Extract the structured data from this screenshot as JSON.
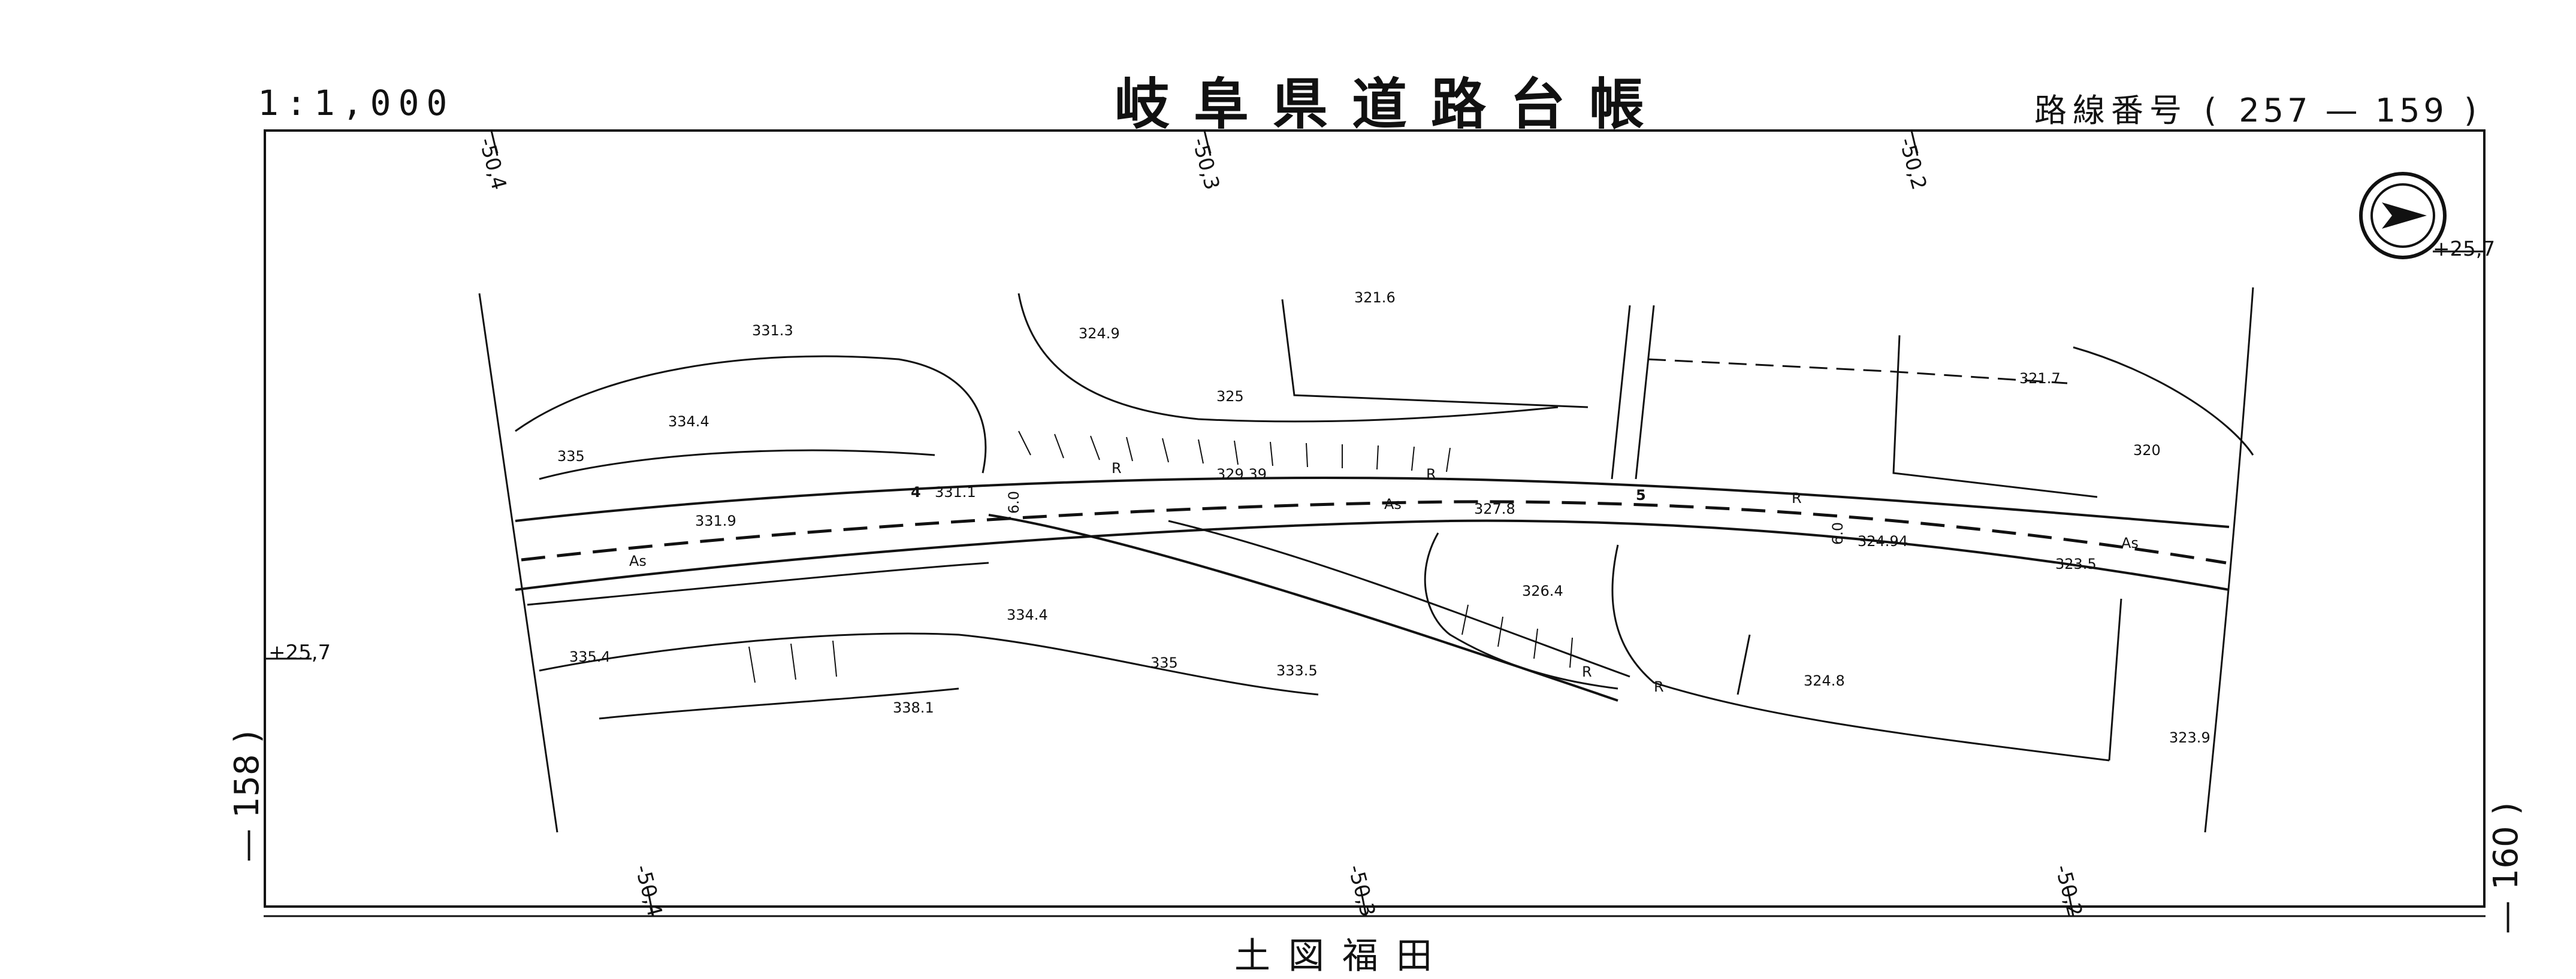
{
  "header": {
    "scale": "1:1,000",
    "title": "岐阜県道路台帳",
    "route_label": "路線番号",
    "route_open": "(",
    "route_number": "257 — 159",
    "route_close": ")"
  },
  "sides": {
    "left_sheet": "— 158 )",
    "right_sheet": "— 160 )"
  },
  "footer": {
    "caption": "土図福田"
  },
  "coords": {
    "top": [
      "-50,4",
      "-50,3",
      "-50,2"
    ],
    "bottom": [
      "-50,4",
      "-50,3",
      "-50,2"
    ],
    "left": "+25,7",
    "right": "+25,7"
  },
  "map_labels": {
    "spot_heights": [
      "331.3",
      "334.4",
      "331.1",
      "331.9",
      "329.39",
      "327.8",
      "324.94",
      "323.5",
      "321.6",
      "324.9",
      "321.7",
      "334.4",
      "335.4",
      "338.1",
      "333.5",
      "326.4",
      "324.8",
      "323.9"
    ],
    "contours": [
      "335",
      "325",
      "320",
      "335"
    ],
    "road_surface": [
      "As",
      "As",
      "As"
    ],
    "station_numbers": [
      "4",
      "5"
    ],
    "road_width": [
      "6.0",
      "6.0"
    ],
    "r_marks": [
      "R",
      "R",
      "R",
      "R",
      "R"
    ]
  },
  "north_arrow": "north-arrow"
}
